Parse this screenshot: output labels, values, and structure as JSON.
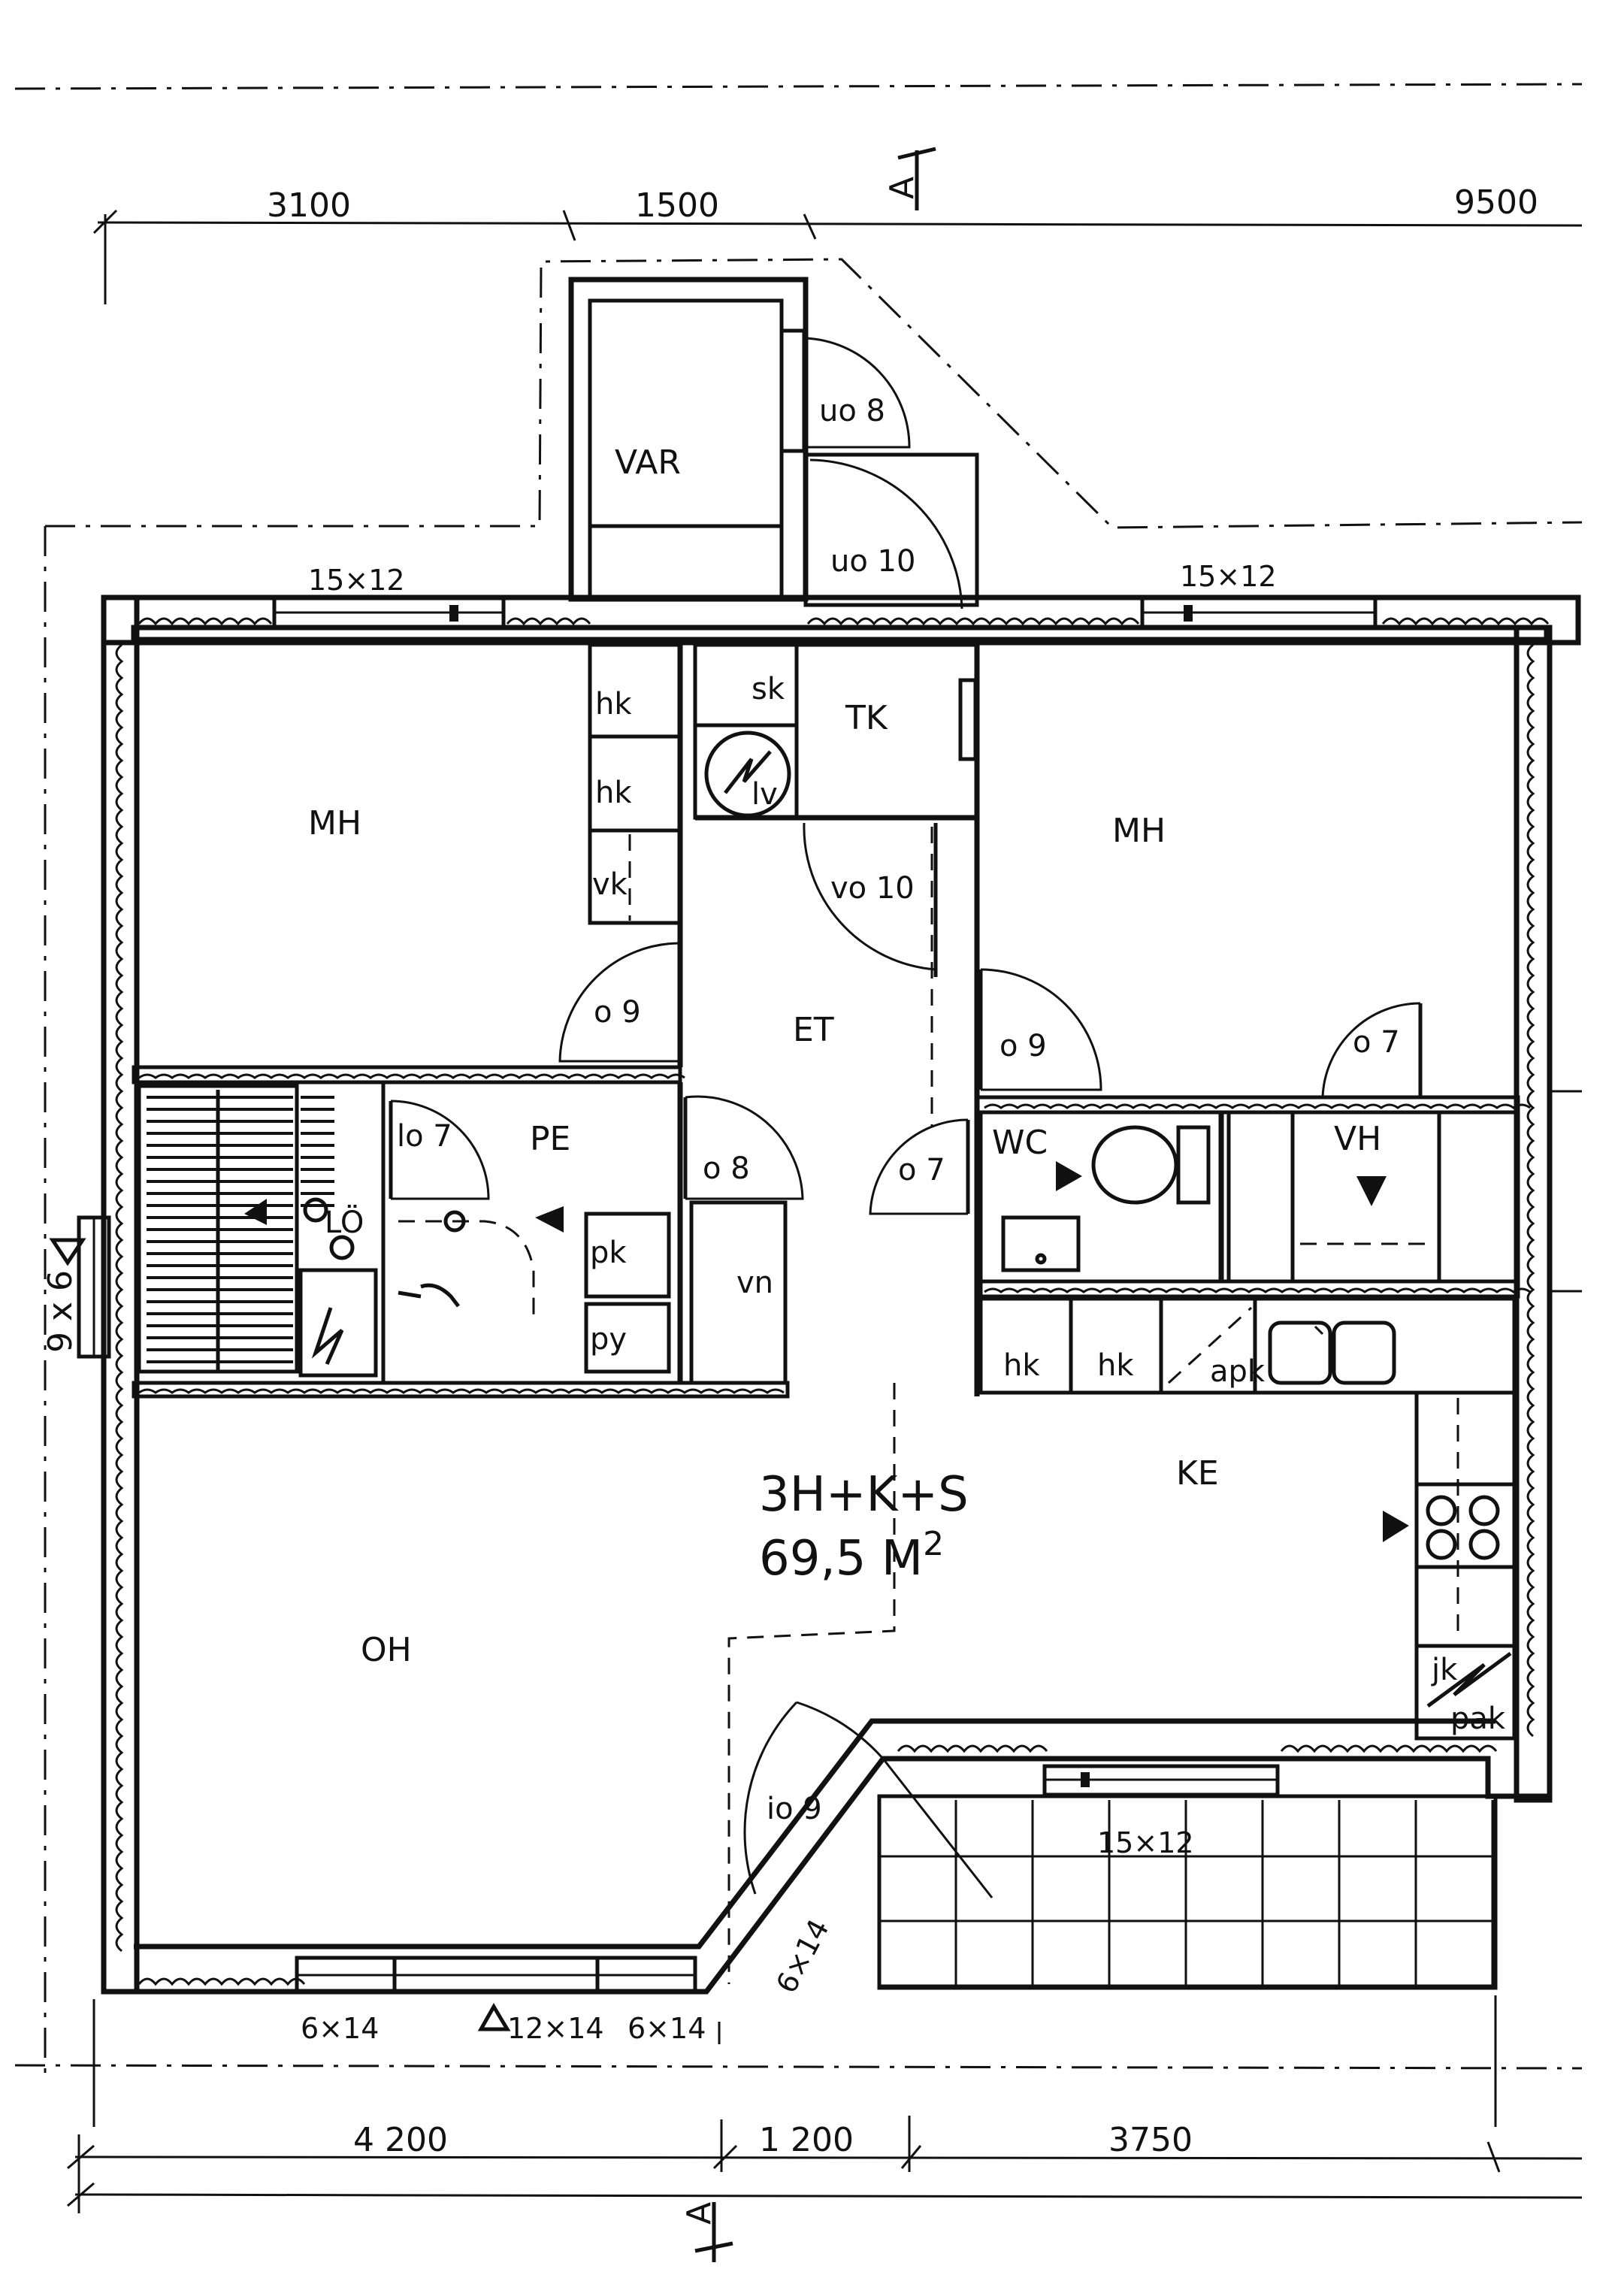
{
  "dimensions": {
    "top": [
      "3100",
      "1500",
      "9500"
    ],
    "bottom": [
      "4 200",
      "1 200",
      "3750"
    ],
    "side": "9 x 6"
  },
  "section_marker": "A",
  "rooms": {
    "var": "VAR",
    "tk": "TK",
    "mh_left": "MH",
    "mh_right": "MH",
    "et": "ET",
    "pe": "PE",
    "wc": "WC",
    "vh": "VH",
    "ke": "KE",
    "oh": "OH",
    "lo": "LÖ"
  },
  "fixtures": {
    "hk_1": "hk",
    "hk_2": "hk",
    "vk": "vk",
    "sk": "sk",
    "lv": "lv",
    "pk": "pk",
    "py": "py",
    "vn": "vn",
    "hk_3": "hk",
    "hk_4": "hk",
    "apk": "apk",
    "jk": "jk",
    "pak": "pak"
  },
  "doors": {
    "uo8": "uo 8",
    "uo10": "uo 10",
    "vo10": "vo 10",
    "o9_left": "o 9",
    "o9_right": "o 9",
    "o7_vh": "o 7",
    "lo7": "lo 7",
    "o8": "o 8",
    "o7_wc": "o 7",
    "io9": "io 9"
  },
  "windows": {
    "top_left": "15×12",
    "top_right": "15×12",
    "balcony": "15×12",
    "bottom_1": "6×14",
    "bottom_2": "12×14",
    "bottom_3": "6×14",
    "diagonal": "6×14"
  },
  "apartment": {
    "type": "3H+K+S",
    "area": "69,5 M",
    "area_sup": "2"
  }
}
